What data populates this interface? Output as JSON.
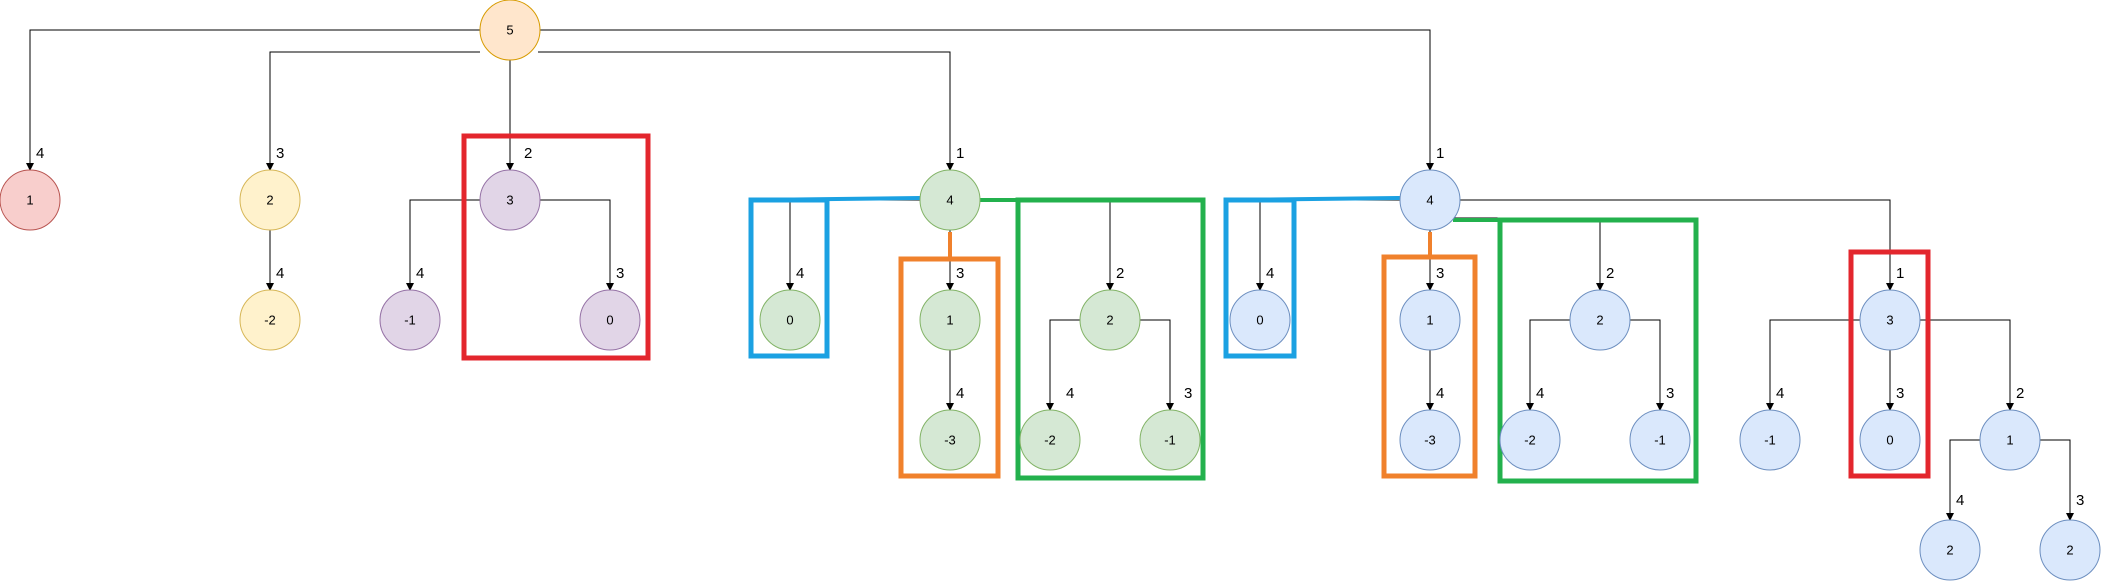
{
  "colors": {
    "red_fill": "#f8cecc",
    "red_stroke": "#b85450",
    "yellow_fill": "#fff2cc",
    "yellow_stroke": "#d6b656",
    "orange_fill": "#ffe6cc",
    "orange_stroke": "#d79b00",
    "purple_fill": "#e1d5e7",
    "purple_stroke": "#9673a6",
    "green_fill": "#d5e8d4",
    "green_stroke": "#82b366",
    "blue_fill": "#dae8fc",
    "blue_stroke": "#6c8ebf",
    "box_red": "#e3262d",
    "box_blue": "#1ba1e2",
    "box_orange": "#f0812c",
    "box_green": "#23b14d"
  },
  "nodes": [
    {
      "id": "root",
      "label": "5",
      "color": "orange"
    },
    {
      "id": "n1",
      "label": "1",
      "color": "red"
    },
    {
      "id": "n2",
      "label": "2",
      "color": "yellow"
    },
    {
      "id": "n3",
      "label": "-2",
      "color": "yellow"
    },
    {
      "id": "n4",
      "label": "3",
      "color": "purple"
    },
    {
      "id": "n5",
      "label": "-1",
      "color": "purple"
    },
    {
      "id": "n6",
      "label": "0",
      "color": "purple"
    },
    {
      "id": "n7",
      "label": "4",
      "color": "green"
    },
    {
      "id": "n8",
      "label": "0",
      "color": "green"
    },
    {
      "id": "n9",
      "label": "1",
      "color": "green"
    },
    {
      "id": "n10",
      "label": "-3",
      "color": "green"
    },
    {
      "id": "n11",
      "label": "2",
      "color": "green"
    },
    {
      "id": "n12",
      "label": "-2",
      "color": "green"
    },
    {
      "id": "n13",
      "label": "-1",
      "color": "green"
    },
    {
      "id": "n14",
      "label": "4",
      "color": "blue"
    },
    {
      "id": "n15",
      "label": "0",
      "color": "blue"
    },
    {
      "id": "n16",
      "label": "1",
      "color": "blue"
    },
    {
      "id": "n17",
      "label": "-3",
      "color": "blue"
    },
    {
      "id": "n18",
      "label": "2",
      "color": "blue"
    },
    {
      "id": "n19",
      "label": "-2",
      "color": "blue"
    },
    {
      "id": "n20",
      "label": "-1",
      "color": "blue"
    },
    {
      "id": "n21",
      "label": "3",
      "color": "blue"
    },
    {
      "id": "n22",
      "label": "-1",
      "color": "blue"
    },
    {
      "id": "n23",
      "label": "0",
      "color": "blue"
    },
    {
      "id": "n24",
      "label": "1",
      "color": "blue"
    },
    {
      "id": "n25",
      "label": "2",
      "color": "blue"
    },
    {
      "id": "n26",
      "label": "2",
      "color": "blue"
    }
  ],
  "edges": [
    {
      "from": "root",
      "to": "n1",
      "label": "4"
    },
    {
      "from": "root",
      "to": "n2",
      "label": "3"
    },
    {
      "from": "root",
      "to": "n4",
      "label": "2"
    },
    {
      "from": "root",
      "to": "n7",
      "label": "1"
    },
    {
      "from": "root",
      "to": "n14",
      "label": "1"
    },
    {
      "from": "n2",
      "to": "n3",
      "label": "4"
    },
    {
      "from": "n4",
      "to": "n5",
      "label": "4"
    },
    {
      "from": "n4",
      "to": "n6",
      "label": "3"
    },
    {
      "from": "n7",
      "to": "n8",
      "label": "4"
    },
    {
      "from": "n7",
      "to": "n9",
      "label": "3"
    },
    {
      "from": "n7",
      "to": "n11",
      "label": "2"
    },
    {
      "from": "n9",
      "to": "n10",
      "label": "4"
    },
    {
      "from": "n11",
      "to": "n12",
      "label": "4"
    },
    {
      "from": "n11",
      "to": "n13",
      "label": "3"
    },
    {
      "from": "n14",
      "to": "n15",
      "label": "4"
    },
    {
      "from": "n14",
      "to": "n16",
      "label": "3"
    },
    {
      "from": "n14",
      "to": "n18",
      "label": "2"
    },
    {
      "from": "n14",
      "to": "n21",
      "label": "1"
    },
    {
      "from": "n16",
      "to": "n17",
      "label": "4"
    },
    {
      "from": "n18",
      "to": "n19",
      "label": "4"
    },
    {
      "from": "n18",
      "to": "n20",
      "label": "3"
    },
    {
      "from": "n21",
      "to": "n22",
      "label": "4"
    },
    {
      "from": "n21",
      "to": "n23",
      "label": "3"
    },
    {
      "from": "n21",
      "to": "n24",
      "label": "2"
    },
    {
      "from": "n24",
      "to": "n25",
      "label": "4"
    },
    {
      "from": "n24",
      "to": "n26",
      "label": "3"
    }
  ],
  "boxes": [
    {
      "id": "box1",
      "color": "box_red"
    },
    {
      "id": "box2",
      "color": "box_blue"
    },
    {
      "id": "box3",
      "color": "box_orange"
    },
    {
      "id": "box4",
      "color": "box_green"
    },
    {
      "id": "box5",
      "color": "box_blue"
    },
    {
      "id": "box6",
      "color": "box_orange"
    },
    {
      "id": "box7",
      "color": "box_green"
    },
    {
      "id": "box8",
      "color": "box_red"
    }
  ]
}
